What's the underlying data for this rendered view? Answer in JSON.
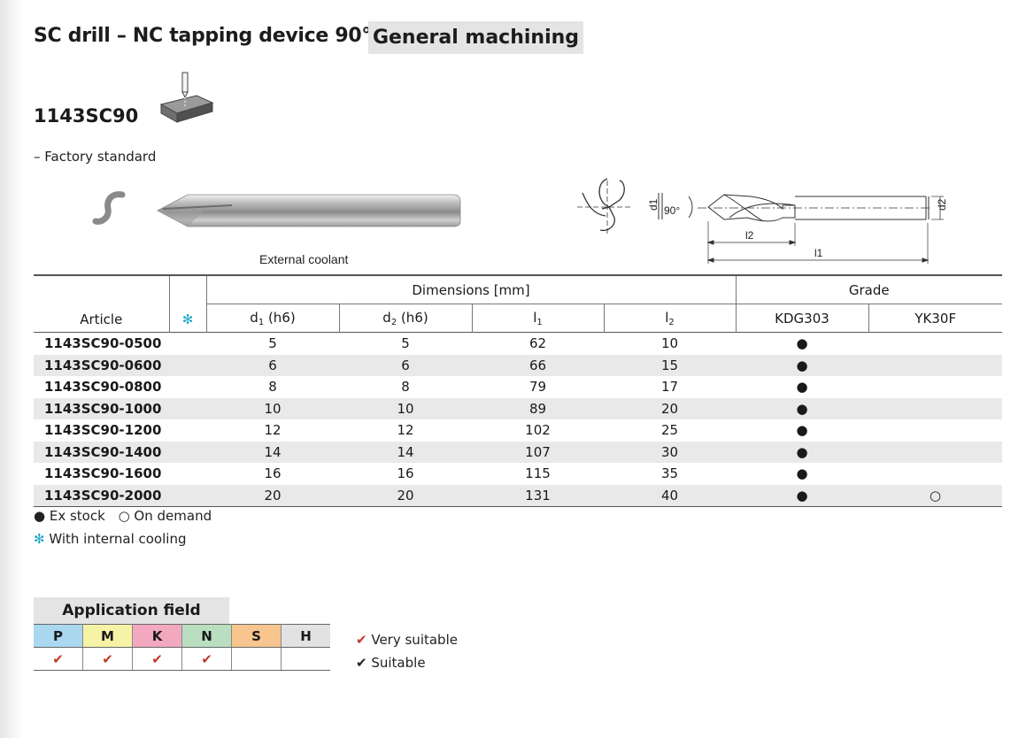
{
  "header": {
    "title": "SC drill – NC tapping device 90°",
    "category": "General machining"
  },
  "product": {
    "code": "1143SC90",
    "note": "– Factory standard",
    "coolant_label": "External coolant"
  },
  "drawing": {
    "d1": "d1",
    "angle": "90°",
    "d2": "d2",
    "l2": "l2",
    "l1": "l1"
  },
  "table": {
    "article_header": "Article",
    "star_symbol": "✻",
    "dimensions_header": "Dimensions [mm]",
    "grade_header": "Grade",
    "columns": {
      "d1": {
        "base": "d",
        "sub": "1",
        "suffix": " (h6)"
      },
      "d2": {
        "base": "d",
        "sub": "2",
        "suffix": " (h6)"
      },
      "l1": {
        "base": "l",
        "sub": "1",
        "suffix": ""
      },
      "l2": {
        "base": "l",
        "sub": "2",
        "suffix": ""
      },
      "grade1": "KDG303",
      "grade2": "YK30F"
    },
    "rows": [
      {
        "article": "1143SC90-0500",
        "d1": "5",
        "d2": "5",
        "l1": "62",
        "l2": "10",
        "grade1": "●",
        "grade2": ""
      },
      {
        "article": "1143SC90-0600",
        "d1": "6",
        "d2": "6",
        "l1": "66",
        "l2": "15",
        "grade1": "●",
        "grade2": ""
      },
      {
        "article": "1143SC90-0800",
        "d1": "8",
        "d2": "8",
        "l1": "79",
        "l2": "17",
        "grade1": "●",
        "grade2": ""
      },
      {
        "article": "1143SC90-1000",
        "d1": "10",
        "d2": "10",
        "l1": "89",
        "l2": "20",
        "grade1": "●",
        "grade2": ""
      },
      {
        "article": "1143SC90-1200",
        "d1": "12",
        "d2": "12",
        "l1": "102",
        "l2": "25",
        "grade1": "●",
        "grade2": ""
      },
      {
        "article": "1143SC90-1400",
        "d1": "14",
        "d2": "14",
        "l1": "107",
        "l2": "30",
        "grade1": "●",
        "grade2": ""
      },
      {
        "article": "1143SC90-1600",
        "d1": "16",
        "d2": "16",
        "l1": "115",
        "l2": "35",
        "grade1": "●",
        "grade2": ""
      },
      {
        "article": "1143SC90-2000",
        "d1": "20",
        "d2": "20",
        "l1": "131",
        "l2": "40",
        "grade1": "●",
        "grade2": "○"
      }
    ]
  },
  "legend": {
    "ex_stock": "● Ex stock",
    "on_demand": "○ On demand",
    "internal_cooling_symbol": "✻",
    "internal_cooling": "With internal cooling"
  },
  "application": {
    "title": "Application field",
    "materials": [
      {
        "label": "P",
        "color": "#a9d8f0",
        "check": "✔"
      },
      {
        "label": "M",
        "color": "#f7f3a6",
        "check": "✔"
      },
      {
        "label": "K",
        "color": "#f2a9c0",
        "check": "✔"
      },
      {
        "label": "N",
        "color": "#b9dfc0",
        "check": "✔"
      },
      {
        "label": "S",
        "color": "#f8c58f",
        "check": ""
      },
      {
        "label": "H",
        "color": "#e2e2e2",
        "check": ""
      }
    ],
    "very_suitable_symbol": "✔",
    "very_suitable": "Very suitable",
    "suitable_symbol": "✔",
    "suitable": "Suitable"
  }
}
